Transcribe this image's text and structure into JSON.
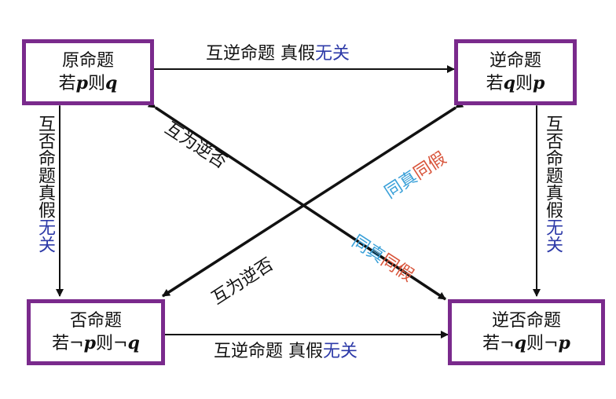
{
  "colors": {
    "box_border": "#7a2a8c",
    "blue_text": "#2d3aa8",
    "cyan_text": "#3aa0d8",
    "red_text": "#d8543a"
  },
  "boxes": {
    "original": {
      "title": "原命题",
      "pre": "若",
      "v1": "p",
      "mid": "则",
      "v2": "q"
    },
    "converse": {
      "title": "逆命题",
      "pre": "若",
      "v1": "q",
      "mid": "则",
      "v2": "p"
    },
    "inverse": {
      "title": "否命题",
      "pre": "若¬",
      "v1": "p",
      "mid": "则¬",
      "v2": "q"
    },
    "contrapositive": {
      "title": "逆否命题",
      "pre": "若¬",
      "v1": "q",
      "mid": "则¬",
      "v2": "p"
    }
  },
  "labels": {
    "top": {
      "a": "互逆命题  真假",
      "b": "无关"
    },
    "bottom": {
      "a": "互逆命题  真假",
      "b": "无关"
    },
    "left": {
      "a": "互否命题真假",
      "b": "无关"
    },
    "right": {
      "a": "互否命题真假",
      "b": "无关"
    },
    "diag_upper": "互为逆否",
    "diag_lower": "互为逆否",
    "same_upper": {
      "a": "同真",
      "b": "同假"
    },
    "same_lower": {
      "a": "同真",
      "b": "同假"
    }
  }
}
